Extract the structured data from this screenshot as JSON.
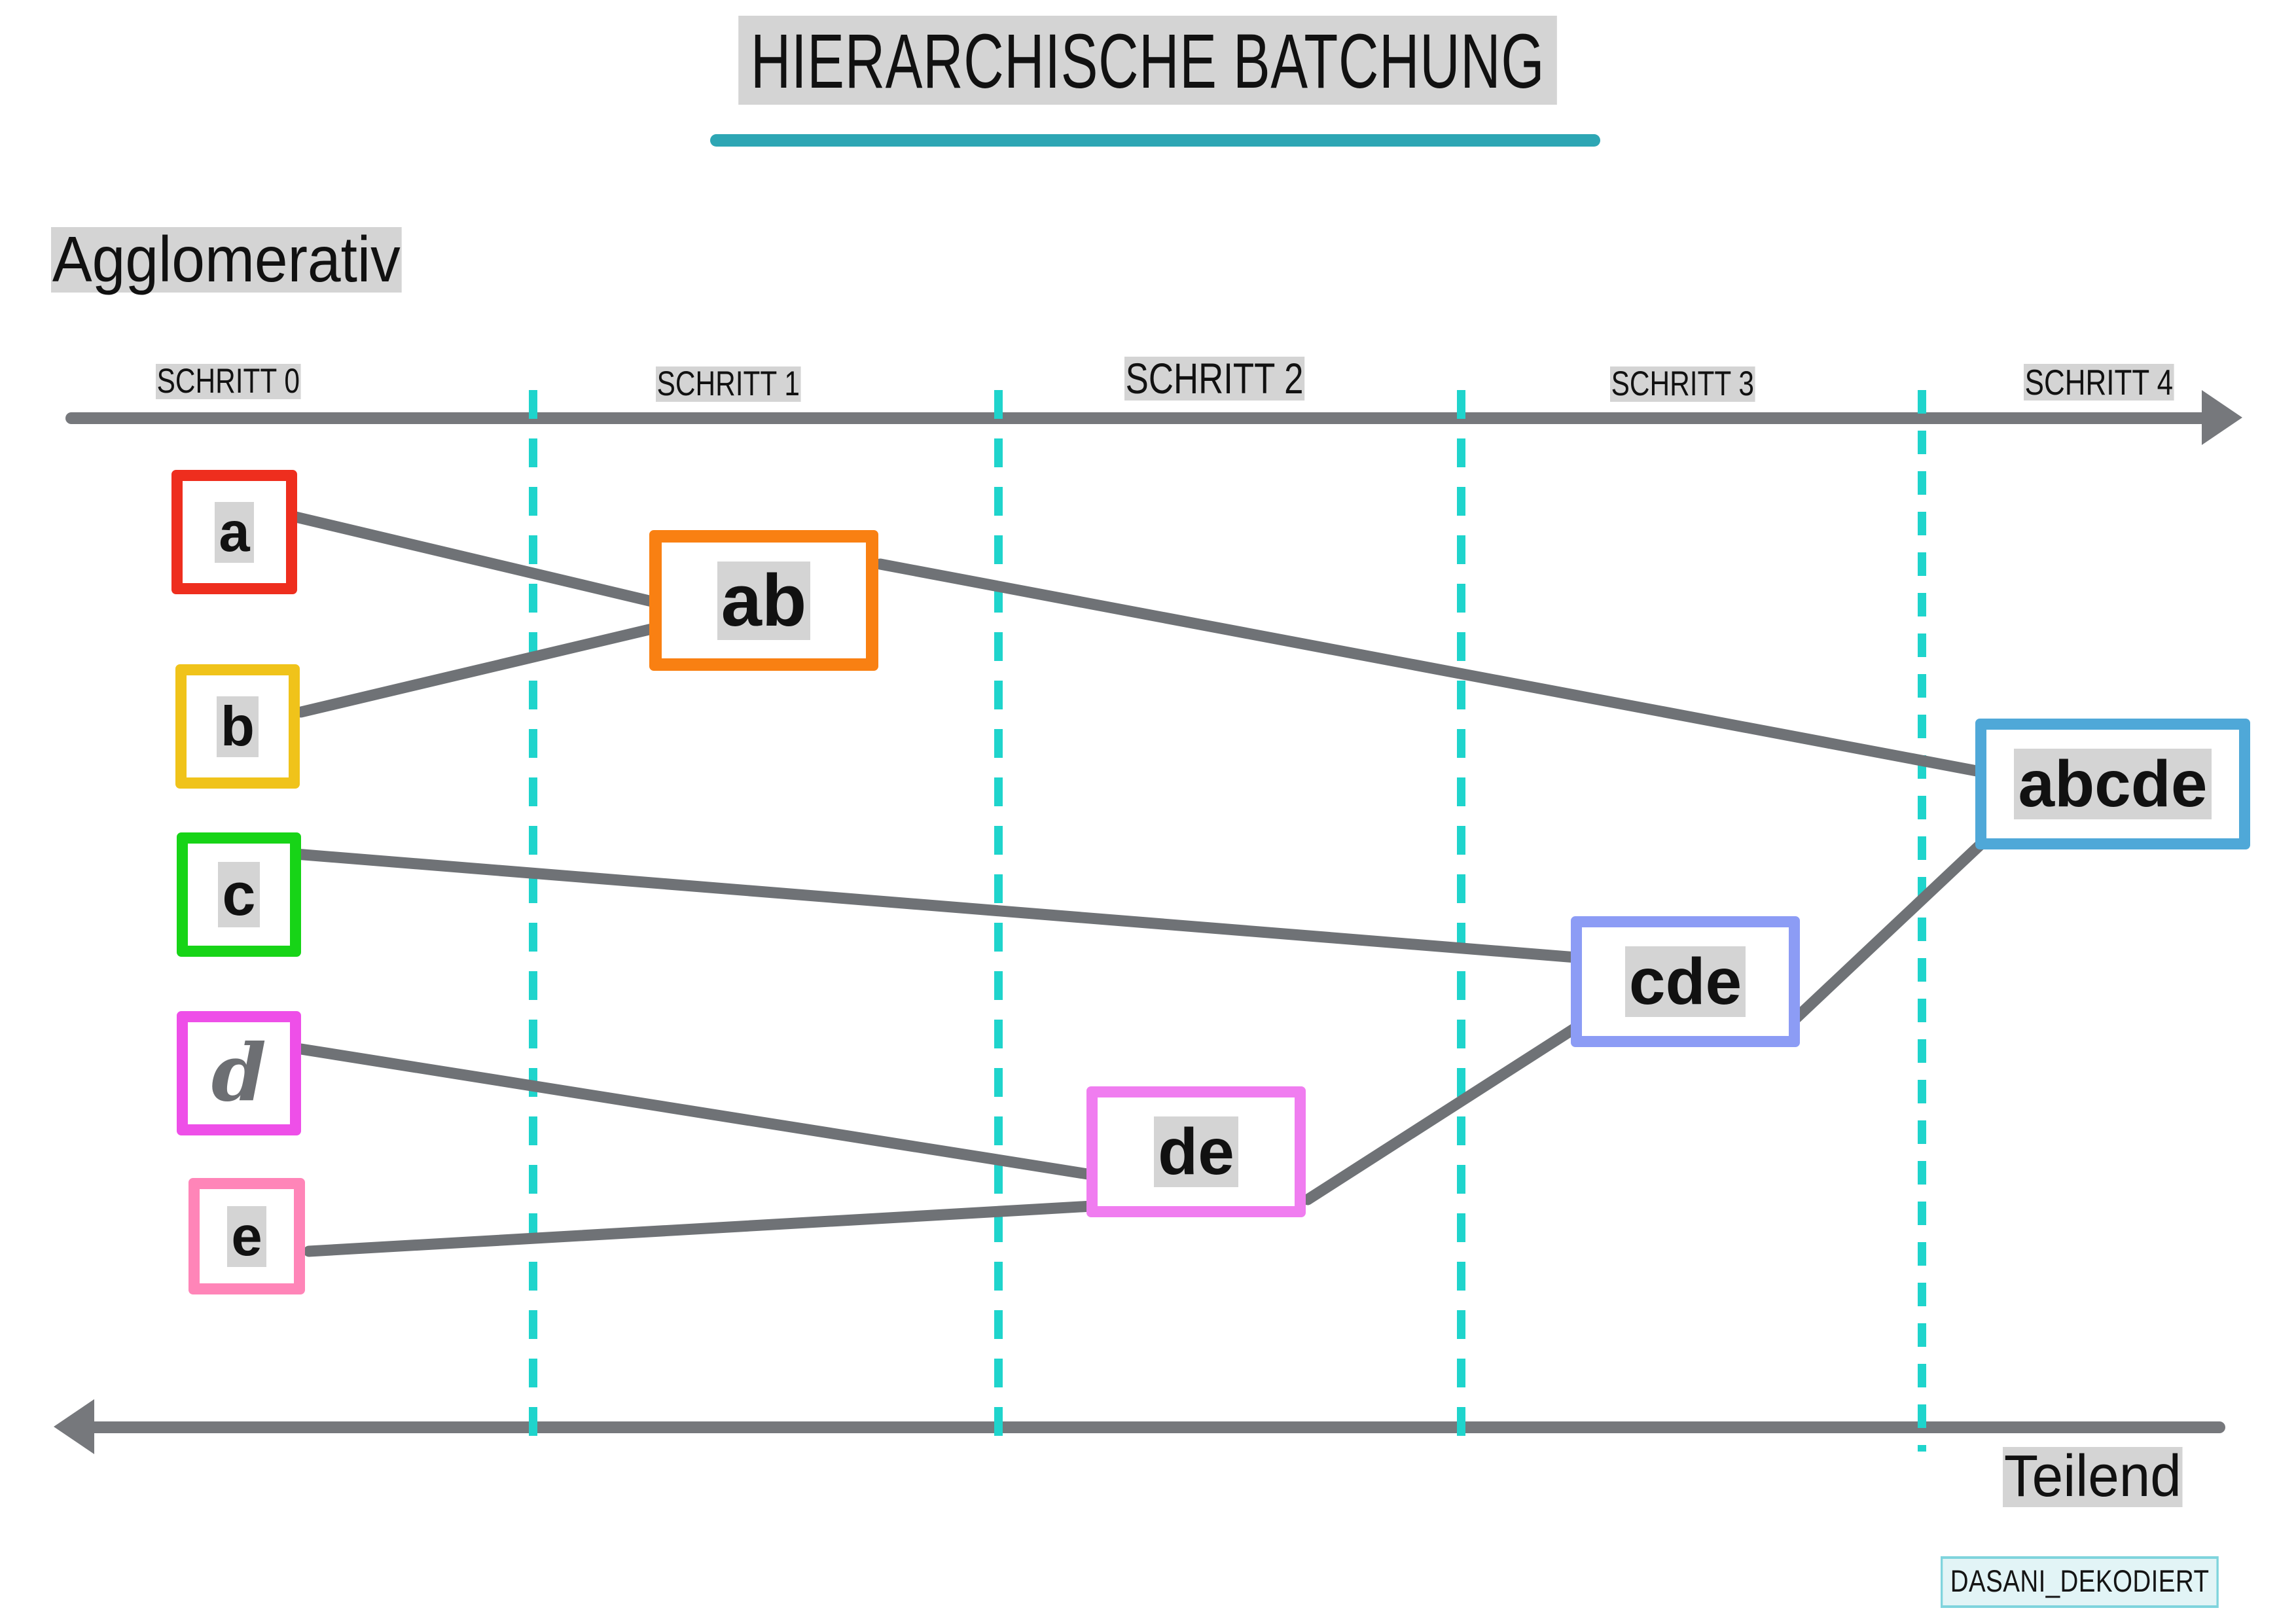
{
  "title": "HIERARCHISCHE BATCHUNG",
  "labels": {
    "top_direction": "Agglomerativ",
    "bottom_direction": "Teilend",
    "watermark": "DASANI_DEKODIERT"
  },
  "colors": {
    "axis": "#76787c",
    "separator": "#1fd4cc",
    "title_underline": "#2da6b4",
    "highlight": "#d4d4d4",
    "connector": "#6f7276",
    "watermark_border": "#7fd4dd",
    "watermark_fill": "#e2f4f6"
  },
  "timeline": {
    "steps": [
      {
        "label": "SCHRITT 0"
      },
      {
        "label": "SCHRITT 1"
      },
      {
        "label": "SCHRITT 2"
      },
      {
        "label": "SCHRITT 3"
      },
      {
        "label": "SCHRITT 4"
      }
    ]
  },
  "nodes": [
    {
      "id": "a",
      "label": "a",
      "color": "#ee2e1e",
      "step": 0
    },
    {
      "id": "b",
      "label": "b",
      "color": "#f0c31a",
      "step": 0
    },
    {
      "id": "c",
      "label": "c",
      "color": "#17d417",
      "step": 0
    },
    {
      "id": "d",
      "label": "d",
      "color": "#ee4fe8",
      "step": 0
    },
    {
      "id": "e",
      "label": "e",
      "color": "#ff85b8",
      "step": 0
    },
    {
      "id": "ab",
      "label": "ab",
      "color": "#f98012",
      "step": 1
    },
    {
      "id": "de",
      "label": "de",
      "color": "#f07df0",
      "step": 2
    },
    {
      "id": "cde",
      "label": "cde",
      "color": "#8c9cf5",
      "step": 3
    },
    {
      "id": "abcde",
      "label": "abcde",
      "color": "#4fa8d8",
      "step": 4
    }
  ],
  "merges": [
    {
      "from": "a",
      "to": "ab"
    },
    {
      "from": "b",
      "to": "ab"
    },
    {
      "from": "d",
      "to": "de"
    },
    {
      "from": "e",
      "to": "de"
    },
    {
      "from": "c",
      "to": "cde"
    },
    {
      "from": "de",
      "to": "cde"
    },
    {
      "from": "ab",
      "to": "abcde"
    },
    {
      "from": "cde",
      "to": "abcde"
    }
  ]
}
